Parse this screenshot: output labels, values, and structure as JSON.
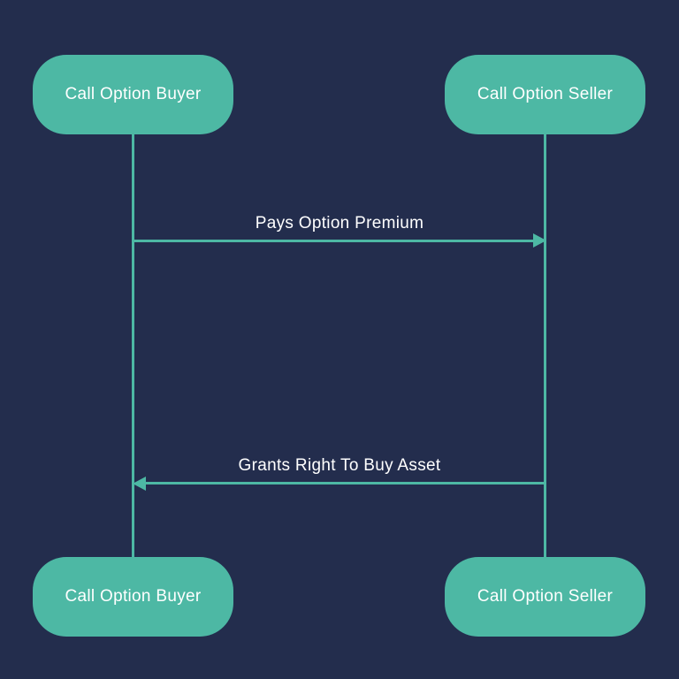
{
  "diagram": {
    "type": "sequence-flow",
    "colors": {
      "background": "#232d4d",
      "accent": "#4db8a4",
      "text": "#ffffff"
    },
    "nodes": [
      {
        "id": "top-left",
        "label": "Call Option Buyer"
      },
      {
        "id": "top-right",
        "label": "Call Option Seller"
      },
      {
        "id": "bottom-left",
        "label": "Call Option Buyer"
      },
      {
        "id": "bottom-right",
        "label": "Call Option Seller"
      }
    ],
    "arrows": [
      {
        "label": "Pays Option Premium",
        "from": "Call Option Buyer",
        "to": "Call Option Seller",
        "direction": "left-to-right"
      },
      {
        "label": "Grants Right To Buy Asset",
        "from": "Call Option Seller",
        "to": "Call Option Buyer",
        "direction": "right-to-left"
      }
    ]
  }
}
